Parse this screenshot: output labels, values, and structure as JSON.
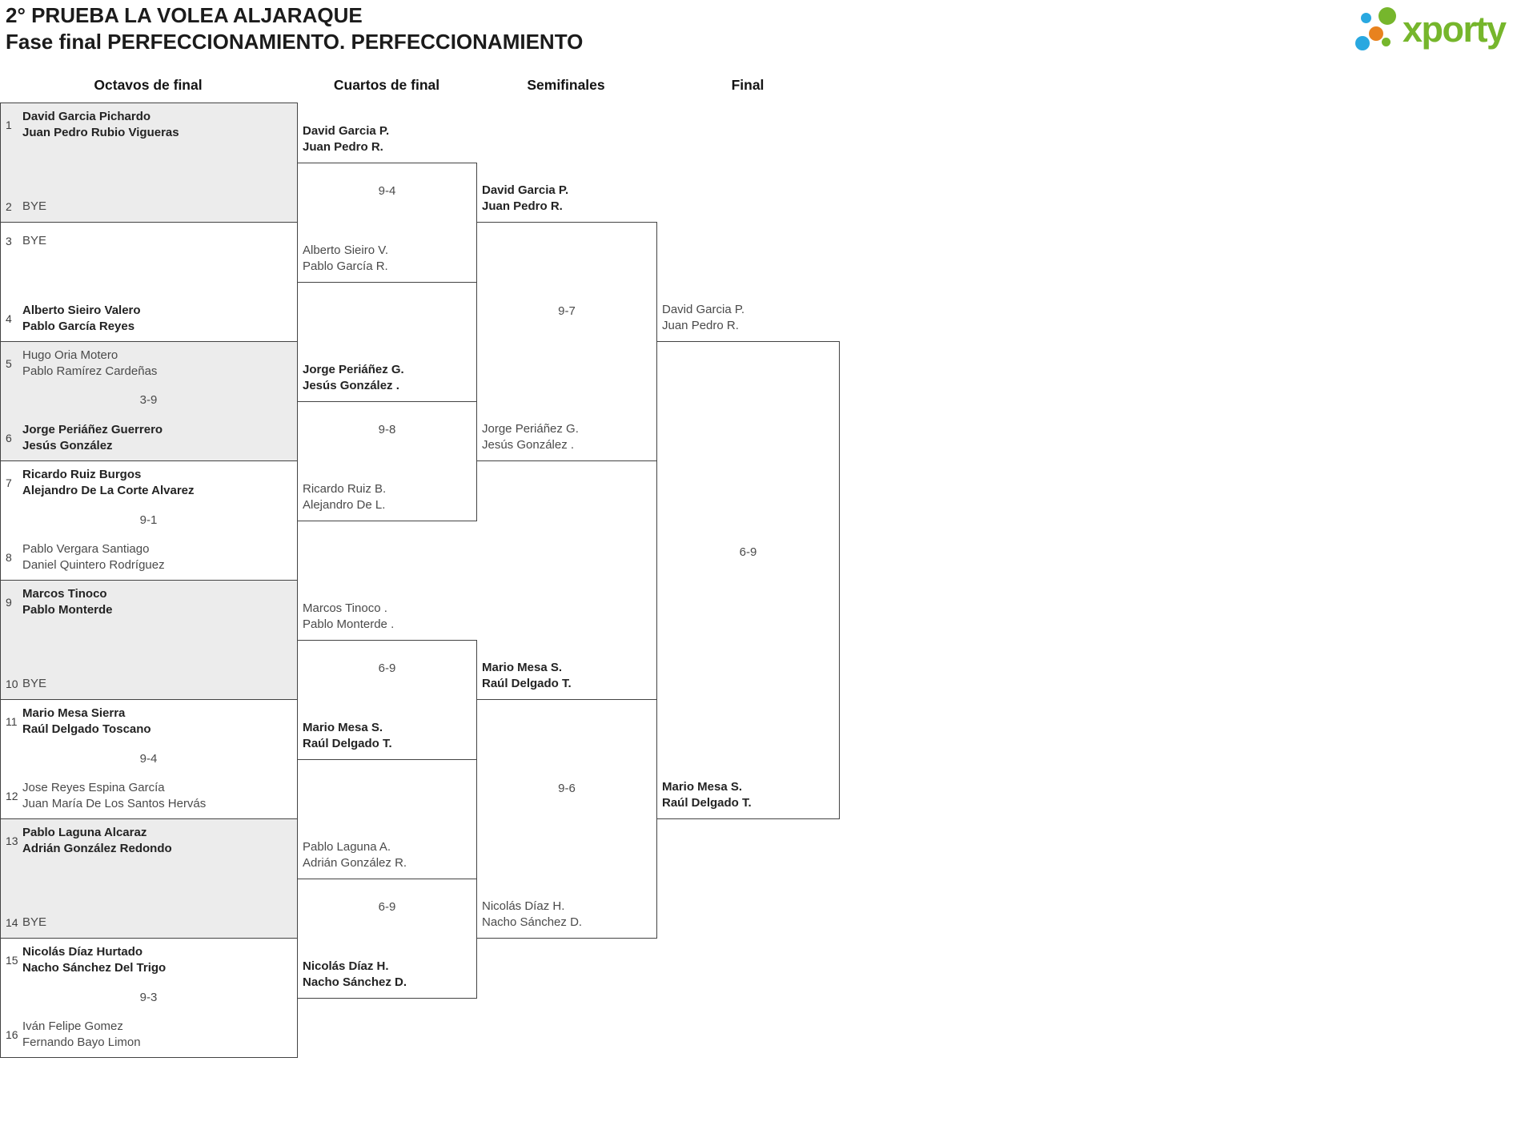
{
  "header": {
    "title": "2° PRUEBA LA VOLEA ALJARAQUE",
    "subtitle": "Fase final PERFECCIONAMIENTO. PERFECCIONAMIENTO"
  },
  "logo": {
    "text": "xporty",
    "green": "#76b62c",
    "blue": "#29a8e0",
    "orange": "#e8821e"
  },
  "columns": [
    "Octavos de final",
    "Cuartos de final",
    "Semifinales",
    "Final"
  ],
  "colors": {
    "box_gray": "#ececec",
    "border": "#434343",
    "winner_text": "#232323",
    "loser_text": "#4a4a4a"
  },
  "r16": {
    "e1": {
      "seed": "1",
      "l1": "David Garcia Pichardo",
      "l2": "Juan Pedro Rubio Vigueras"
    },
    "e2": {
      "seed": "2",
      "l1": "BYE"
    },
    "e3": {
      "seed": "3",
      "l1": "BYE"
    },
    "e4": {
      "seed": "4",
      "l1": "Alberto Sieiro Valero",
      "l2": "Pablo García Reyes"
    },
    "e5": {
      "seed": "5",
      "l1": "Hugo Oria Motero",
      "l2": "Pablo Ramírez Cardeñas"
    },
    "e6": {
      "seed": "6",
      "l1": "Jorge Periáñez Guerrero",
      "l2": "Jesús González"
    },
    "e7": {
      "seed": "7",
      "l1": "Ricardo Ruiz Burgos",
      "l2": "Alejandro De La Corte Alvarez"
    },
    "e8": {
      "seed": "8",
      "l1": "Pablo Vergara Santiago",
      "l2": "Daniel Quintero Rodríguez"
    },
    "e9": {
      "seed": "9",
      "l1": "Marcos Tinoco",
      "l2": "Pablo Monterde"
    },
    "e10": {
      "seed": "10",
      "l1": "BYE"
    },
    "e11": {
      "seed": "11",
      "l1": "Mario Mesa Sierra",
      "l2": "Raúl Delgado Toscano"
    },
    "e12": {
      "seed": "12",
      "l1": "Jose Reyes Espina García",
      "l2": "Juan María De Los Santos Hervás"
    },
    "e13": {
      "seed": "13",
      "l1": "Pablo Laguna Alcaraz",
      "l2": "Adrián González Redondo"
    },
    "e14": {
      "seed": "14",
      "l1": "BYE"
    },
    "e15": {
      "seed": "15",
      "l1": "Nicolás Díaz Hurtado",
      "l2": "Nacho Sánchez Del Trigo"
    },
    "e16": {
      "seed": "16",
      "l1": "Iván Felipe Gomez",
      "l2": "Fernando Bayo Limon"
    }
  },
  "qf": {
    "q1t": {
      "l1": "David Garcia P.",
      "l2": "Juan Pedro R."
    },
    "q1b": {
      "l1": "Alberto Sieiro V.",
      "l2": "Pablo García R."
    },
    "q2t": {
      "l1": "Jorge Periáñez G.",
      "l2": "Jesús González ."
    },
    "q2b": {
      "l1": "Ricardo Ruiz B.",
      "l2": "Alejandro De L."
    },
    "q3t": {
      "l1": "Marcos Tinoco .",
      "l2": "Pablo Monterde ."
    },
    "q3b": {
      "l1": "Mario Mesa S.",
      "l2": "Raúl Delgado T."
    },
    "q4t": {
      "l1": "Pablo Laguna A.",
      "l2": "Adrián González R."
    },
    "q4b": {
      "l1": "Nicolás Díaz H.",
      "l2": "Nacho Sánchez D."
    }
  },
  "sf": {
    "s1t": {
      "l1": "David Garcia P.",
      "l2": "Juan Pedro R."
    },
    "s1b": {
      "l1": "Jorge Periáñez G.",
      "l2": "Jesús González ."
    },
    "s2t": {
      "l1": "Mario Mesa S.",
      "l2": "Raúl Delgado T."
    },
    "s2b": {
      "l1": "Nicolás Díaz H.",
      "l2": "Nacho Sánchez D."
    }
  },
  "final": {
    "ft": {
      "l1": "David Garcia P.",
      "l2": "Juan Pedro R."
    },
    "fb": {
      "l1": "Mario Mesa S.",
      "l2": "Raúl Delgado T."
    }
  },
  "scores": {
    "r16": {
      "m3": "3-9",
      "m4": "9-1",
      "m6": "9-4",
      "m8": "9-3"
    },
    "qf": {
      "q1": "9-4",
      "q2": "9-8",
      "q3": "6-9",
      "q4": "6-9"
    },
    "sf": {
      "s1": "9-7",
      "s2": "9-6"
    },
    "final": "6-9"
  }
}
